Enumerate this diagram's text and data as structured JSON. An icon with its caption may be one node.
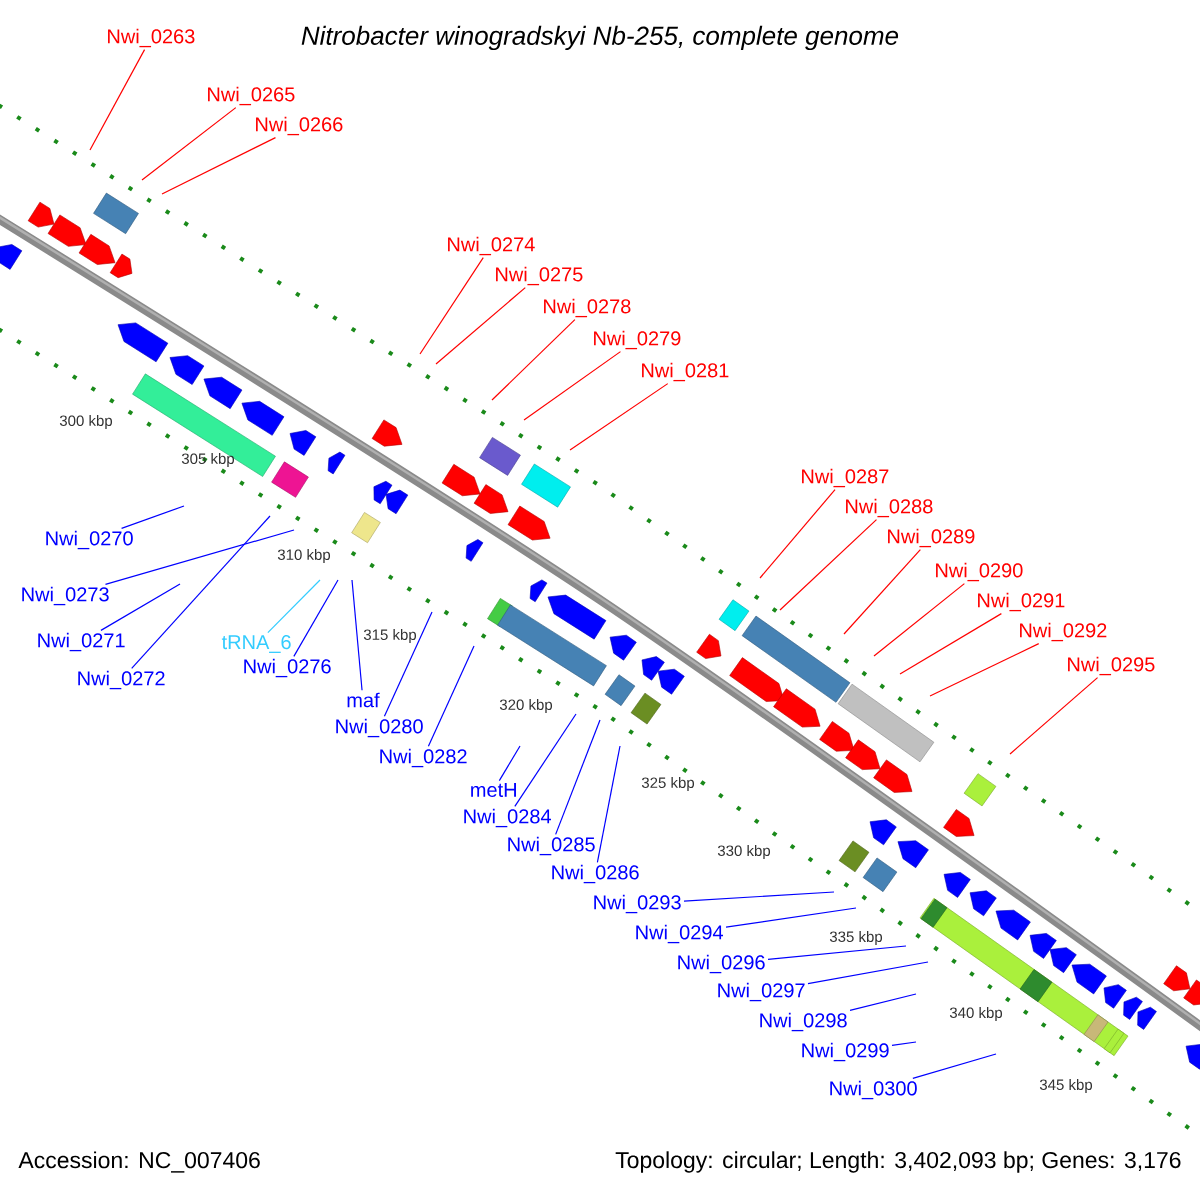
{
  "diagram": {
    "title": "Nitrobacter winogradskyi Nb-255, complete genome",
    "nodes": [
      {
        "text": [
          "Nwi_0263"
        ]
      },
      {
        "text": [
          "Nwi_0265"
        ]
      },
      {
        "text": [
          "Nwi_0266"
        ]
      },
      {
        "text": [
          "Nwi_0274"
        ]
      },
      {
        "text": [
          "Nwi_0275"
        ]
      },
      {
        "text": [
          "Nwi_0278"
        ]
      },
      {
        "text": [
          "Nwi_0279"
        ]
      },
      {
        "text": [
          "Nwi_0281"
        ]
      },
      {
        "text": [
          "Nwi_0287"
        ]
      },
      {
        "text": [
          "Nwi_0288"
        ]
      },
      {
        "text": [
          "Nwi_0289"
        ]
      },
      {
        "text": [
          "Nwi_0290"
        ]
      },
      {
        "text": [
          "Nwi_0291"
        ]
      },
      {
        "text": [
          "Nwi_0292"
        ]
      },
      {
        "text": [
          "Nwi_0295"
        ]
      },
      {
        "text": [
          "Nwi_0270"
        ]
      },
      {
        "text": [
          "Nwi_0271"
        ]
      },
      {
        "text": [
          "Nwi_0272"
        ]
      },
      {
        "text": [
          "Nwi_0273"
        ]
      },
      {
        "text": [
          "tRNA_6"
        ]
      },
      {
        "text": [
          "Nwi_0276"
        ]
      },
      {
        "text": [
          "maf"
        ]
      },
      {
        "text": [
          "Nwi_0280"
        ]
      },
      {
        "text": [
          "Nwi_0282"
        ]
      },
      {
        "text": [
          "metH"
        ]
      },
      {
        "text": [
          "Nwi_0284"
        ]
      },
      {
        "text": [
          "Nwi_0285"
        ]
      },
      {
        "text": [
          "Nwi_0286"
        ]
      },
      {
        "text": [
          "Nwi_0293"
        ]
      },
      {
        "text": [
          "Nwi_0294"
        ]
      },
      {
        "text": [
          "Nwi_0296"
        ]
      },
      {
        "text": [
          "Nwi_0297"
        ]
      },
      {
        "text": [
          "Nwi_0298"
        ]
      },
      {
        "text": [
          "Nwi_0299"
        ]
      },
      {
        "text": [
          "Nwi_0300"
        ]
      }
    ],
    "edges": [
      {
        "from": 0,
        "to": null,
        "arrow": "none",
        "color": "#ff0000"
      },
      {
        "from": 1,
        "to": null,
        "arrow": "none",
        "color": "#ff0000"
      },
      {
        "from": 2,
        "to": null,
        "arrow": "none",
        "color": "#ff0000"
      },
      {
        "from": 3,
        "to": null,
        "arrow": "none",
        "color": "#ff0000"
      },
      {
        "from": 4,
        "to": null,
        "arrow": "none",
        "color": "#ff0000"
      },
      {
        "from": 5,
        "to": null,
        "arrow": "none",
        "color": "#ff0000"
      },
      {
        "from": 6,
        "to": null,
        "arrow": "none",
        "color": "#ff0000"
      },
      {
        "from": 7,
        "to": null,
        "arrow": "none",
        "color": "#ff0000"
      },
      {
        "from": 8,
        "to": null,
        "arrow": "none",
        "color": "#ff0000"
      },
      {
        "from": 9,
        "to": null,
        "arrow": "none",
        "color": "#ff0000"
      },
      {
        "from": 10,
        "to": null,
        "arrow": "none",
        "color": "#ff0000"
      },
      {
        "from": 11,
        "to": null,
        "arrow": "none",
        "color": "#ff0000"
      },
      {
        "from": 12,
        "to": null,
        "arrow": "none",
        "color": "#ff0000"
      },
      {
        "from": 13,
        "to": null,
        "arrow": "none",
        "color": "#ff0000"
      },
      {
        "from": 14,
        "to": null,
        "arrow": "none",
        "color": "#ff0000"
      },
      {
        "from": 15,
        "to": null,
        "arrow": "none"
      },
      {
        "from": 16,
        "to": null,
        "arrow": "none"
      },
      {
        "from": 17,
        "to": null,
        "arrow": "none"
      },
      {
        "from": 18,
        "to": null,
        "arrow": "none"
      },
      {
        "from": 19,
        "to": null,
        "arrow": "none",
        "color": "#33ccff"
      },
      {
        "from": 20,
        "to": null,
        "arrow": "none"
      },
      {
        "from": 21,
        "to": null,
        "arrow": "none"
      },
      {
        "from": 22,
        "to": null,
        "arrow": "none"
      },
      {
        "from": 23,
        "to": null,
        "arrow": "none"
      },
      {
        "from": 24,
        "to": null,
        "arrow": "none"
      },
      {
        "from": 25,
        "to": null,
        "arrow": "none"
      },
      {
        "from": 26,
        "to": null,
        "arrow": "none"
      },
      {
        "from": 27,
        "to": null,
        "arrow": "none"
      },
      {
        "from": 28,
        "to": null,
        "arrow": "none"
      },
      {
        "from": 29,
        "to": null,
        "arrow": "none"
      },
      {
        "from": 30,
        "to": null,
        "arrow": "none"
      },
      {
        "from": 31,
        "to": null,
        "arrow": "none"
      },
      {
        "from": 32,
        "to": null,
        "arrow": "none"
      },
      {
        "from": 33,
        "to": null,
        "arrow": "none"
      },
      {
        "from": 34,
        "to": null,
        "arrow": "none"
      }
    ],
    "labels": [
      "300 kbp",
      "305 kbp",
      "310 kbp",
      "315 kbp",
      "320 kbp",
      "325 kbp",
      "330 kbp",
      "335 kbp",
      "340 kbp",
      "345 kbp",
      "Accession: NC_007406",
      "Topology: circular; Length: 3,402,093 bp; Genes: 3,176"
    ]
  }
}
